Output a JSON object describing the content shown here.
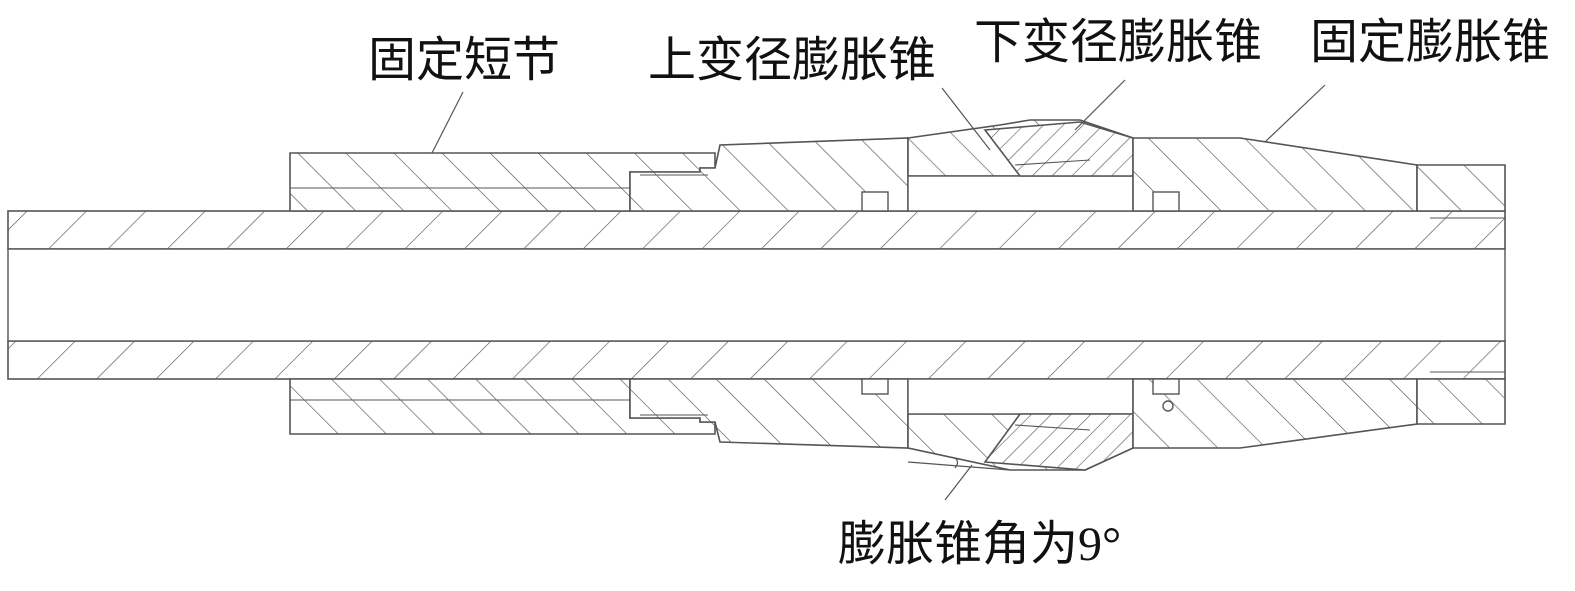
{
  "labels": {
    "fixed_short_joint": "固定短节",
    "upper_reducing_cone": "上变径膨胀锥",
    "lower_reducing_cone": "下变径膨胀锥",
    "fixed_cone": "固定膨胀锥",
    "cone_angle": "膨胀锥角为9°"
  }
}
